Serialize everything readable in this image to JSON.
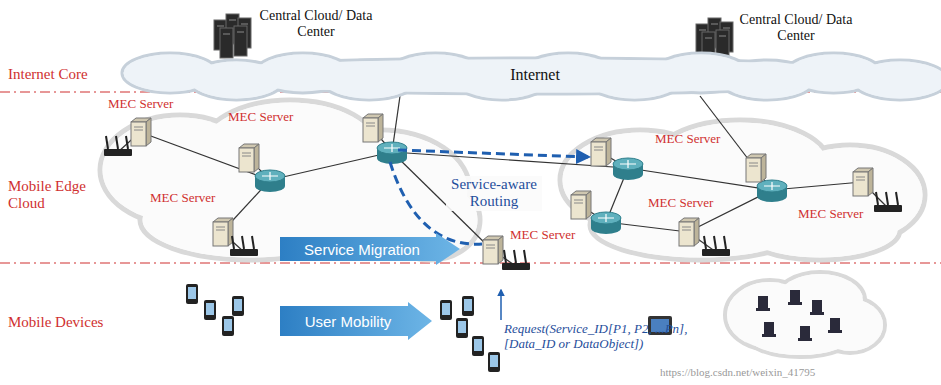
{
  "diagram": {
    "nodes": [
      {
        "text": [
          "Internet"
        ]
      },
      {
        "text": [
          "Service Migration"
        ]
      },
      {
        "text": [
          "User Mobility"
        ]
      }
    ],
    "labels": [
      "Central Cloud/ Data Center",
      "Central Cloud/ Data Center",
      "Internet Core",
      "Mobile Edge Cloud",
      "Mobile Devices",
      "MEC Server",
      "MEC Server",
      "MEC Server",
      "MEC Server",
      "MEC Server",
      "MEC Server",
      "MEC Server",
      "Service-aware Routing",
      "Request(Service_ID[P1, P2, ...Pn],[Data_ID or DataObject])",
      "https://blog.csdn.net/weixin_41795"
    ]
  }
}
